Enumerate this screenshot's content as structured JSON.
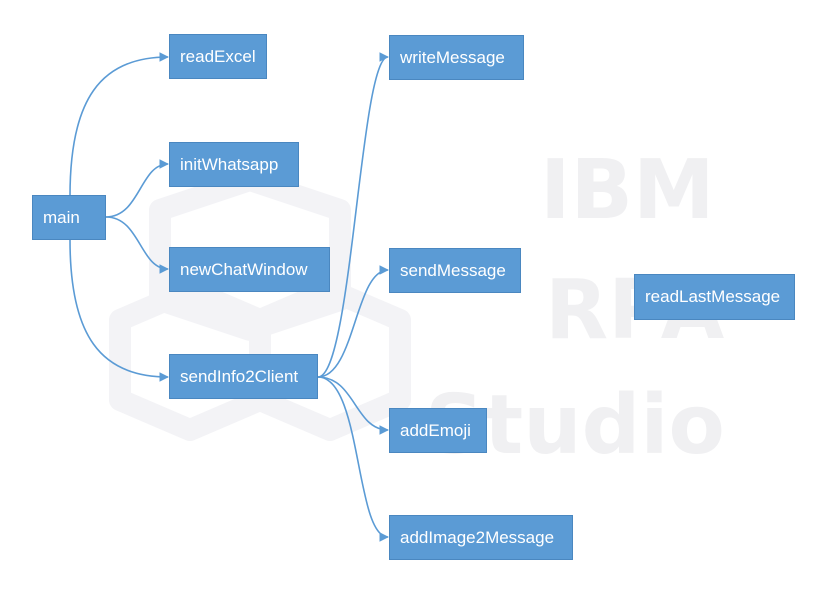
{
  "watermark": {
    "line1": "IBM",
    "line2": "RPA",
    "line3": "Studio"
  },
  "nodes": {
    "main": "main",
    "readExcel": "readExcel",
    "initWhatsapp": "initWhatsapp",
    "newChatWindow": "newChatWindow",
    "sendInfo2Client": "sendInfo2Client",
    "writeMessage": "writeMessage",
    "sendMessage": "sendMessage",
    "addEmoji": "addEmoji",
    "addImage2Message": "addImage2Message",
    "readLastMessage": "readLastMessage"
  },
  "edges": [
    [
      "main",
      "readExcel"
    ],
    [
      "main",
      "initWhatsapp"
    ],
    [
      "main",
      "newChatWindow"
    ],
    [
      "main",
      "sendInfo2Client"
    ],
    [
      "sendInfo2Client",
      "writeMessage"
    ],
    [
      "sendInfo2Client",
      "sendMessage"
    ],
    [
      "sendInfo2Client",
      "addEmoji"
    ],
    [
      "sendInfo2Client",
      "addImage2Message"
    ]
  ],
  "colors": {
    "node_fill": "#5b9bd5",
    "node_text": "#ffffff",
    "connector": "#5b9bd5",
    "watermark": "#f0f0f2"
  }
}
